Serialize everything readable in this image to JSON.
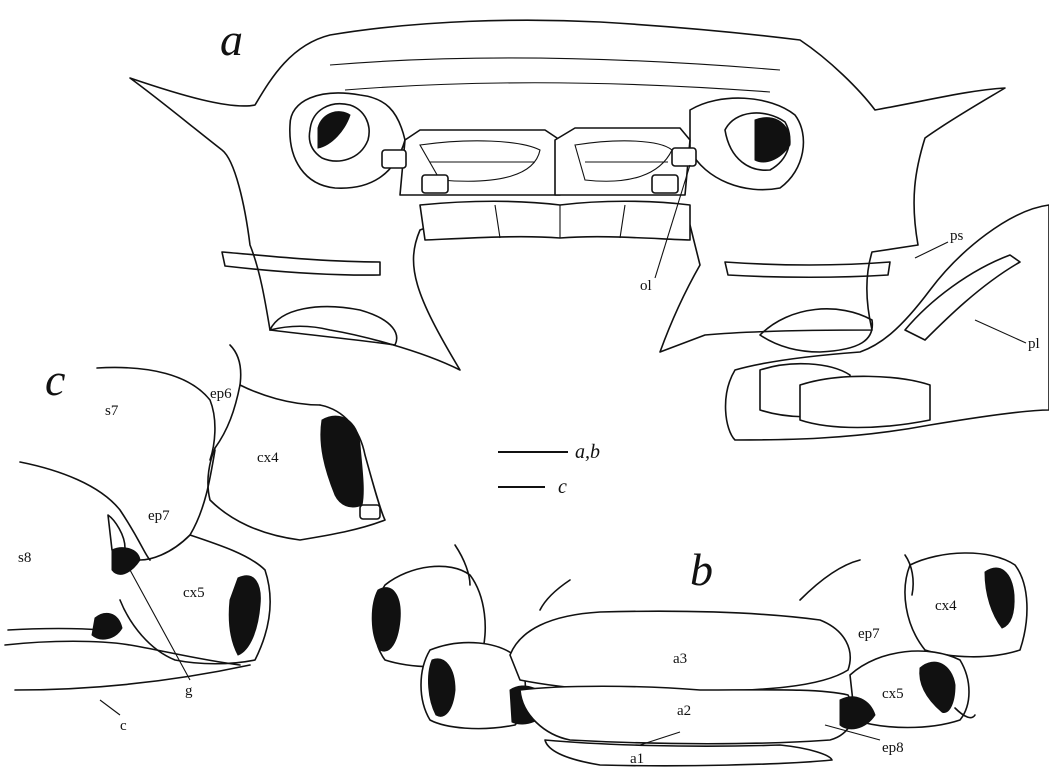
{
  "panels": {
    "a": "a",
    "b": "b",
    "c": "c"
  },
  "scale_bars": {
    "ab": "a,b",
    "c": "c"
  },
  "labels_a": {
    "ps": "ps",
    "ol": "ol",
    "pl": "pl"
  },
  "labels_c": {
    "s7": "s7",
    "ep6": "ep6",
    "cx4": "cx4",
    "ep7": "ep7",
    "s8": "s8",
    "cx5": "cx5",
    "g": "g",
    "c": "c"
  },
  "labels_b": {
    "cx4": "cx4",
    "ep7": "ep7",
    "a3": "a3",
    "cx5": "cx5",
    "a2": "a2",
    "a1": "a1",
    "ep8": "ep8"
  }
}
